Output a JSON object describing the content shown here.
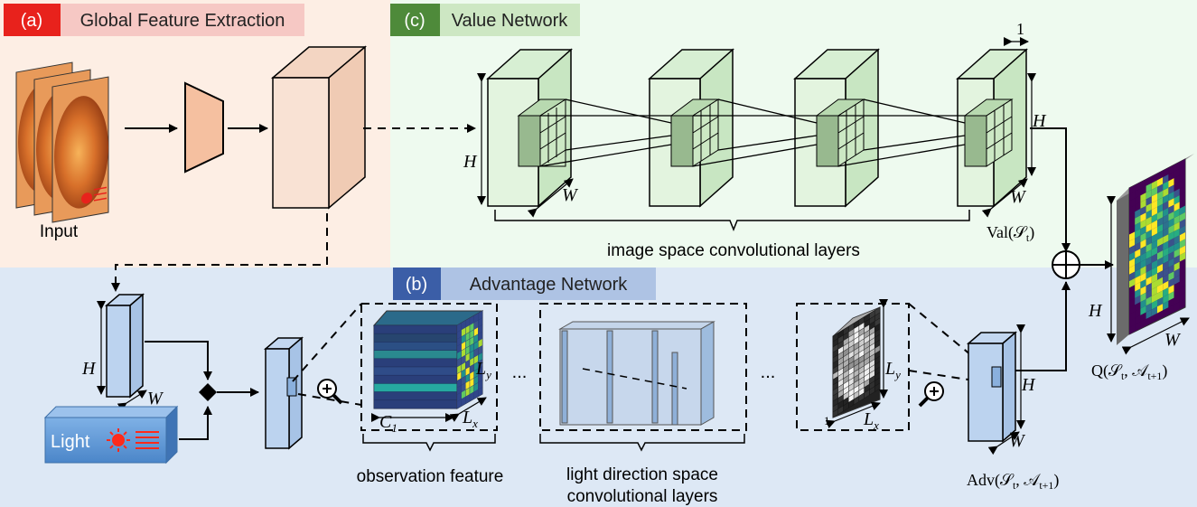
{
  "panels": {
    "global": {
      "tag": "(a)",
      "title": "Global Feature Extraction"
    },
    "value": {
      "tag": "(c)",
      "title": "Value Network"
    },
    "advantage": {
      "tag": "(b)",
      "title": "Advantage Network"
    }
  },
  "labels": {
    "input": "Input",
    "light": "Light",
    "image_conv": "image space convolutional layers",
    "observation_feature": "observation feature",
    "light_conv_line1": "light direction space",
    "light_conv_line2": "convolutional layers",
    "ellipsis": "...",
    "H": "H",
    "W": "W",
    "one": "1",
    "Ly": "L",
    "Ly_sub": "y",
    "Lx": "L",
    "Lx_sub": "x",
    "C1": "C",
    "C1_sub": "1",
    "val": "Val(𝒮",
    "val_t": "t",
    "val_end": ")",
    "adv": "Adv(𝒮",
    "adv_t": "t",
    "adv_mid": ", 𝒜",
    "adv_sub": "t+1",
    "adv_end": ")",
    "q": "Q(𝒮",
    "q_t": "t",
    "q_mid": ", 𝒜",
    "q_sub": "t+1",
    "q_end": ")"
  },
  "colors": {
    "global_bg": "#fdeee4",
    "value_bg": "#eefaef",
    "advantage_bg": "#dde8f5",
    "tag_a": "#e8221c",
    "tag_c": "#4e8a3a",
    "tag_b": "#3b5ea7",
    "title_a": "#f6c8c4",
    "title_c": "#cde7c3",
    "title_b": "#aec3e4"
  }
}
